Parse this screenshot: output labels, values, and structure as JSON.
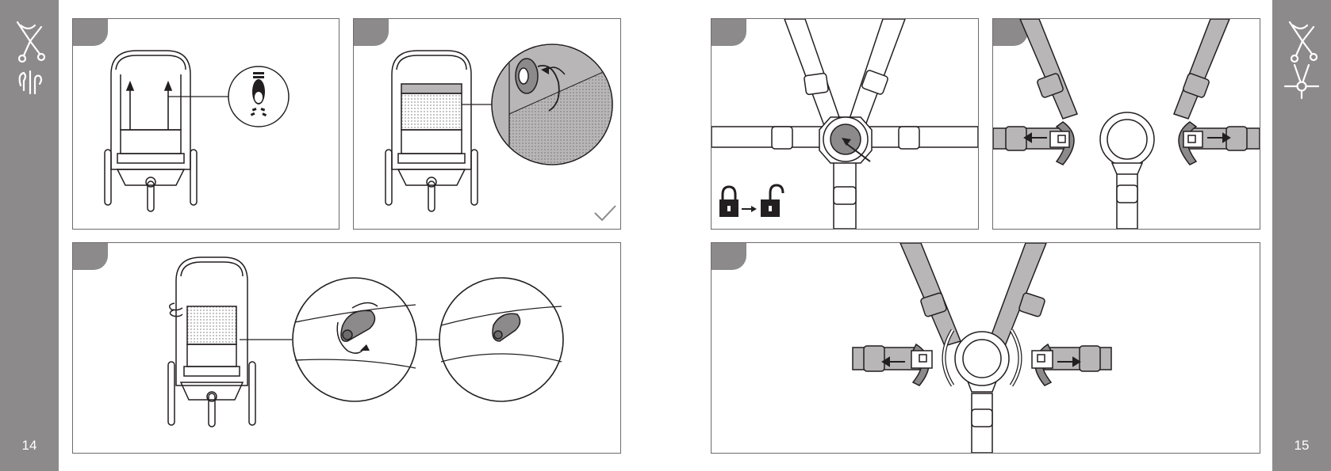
{
  "pages": {
    "left": {
      "number": "14"
    },
    "right": {
      "number": "15"
    }
  },
  "icons": {
    "left_sidebar": [
      "stroller-icon",
      "seat-recline-icon"
    ],
    "right_sidebar": [
      "stroller-icon",
      "harness-buckle-icon"
    ],
    "panels": [
      "step-tab",
      "check-mark-icon",
      "lock-closed-icon",
      "arrow-right-icon",
      "lock-open-icon"
    ]
  },
  "colors": {
    "sidebar": "#8c8a8b",
    "strap_gray": "#b8b6b7",
    "line": "#231f20",
    "background": "#ffffff"
  }
}
